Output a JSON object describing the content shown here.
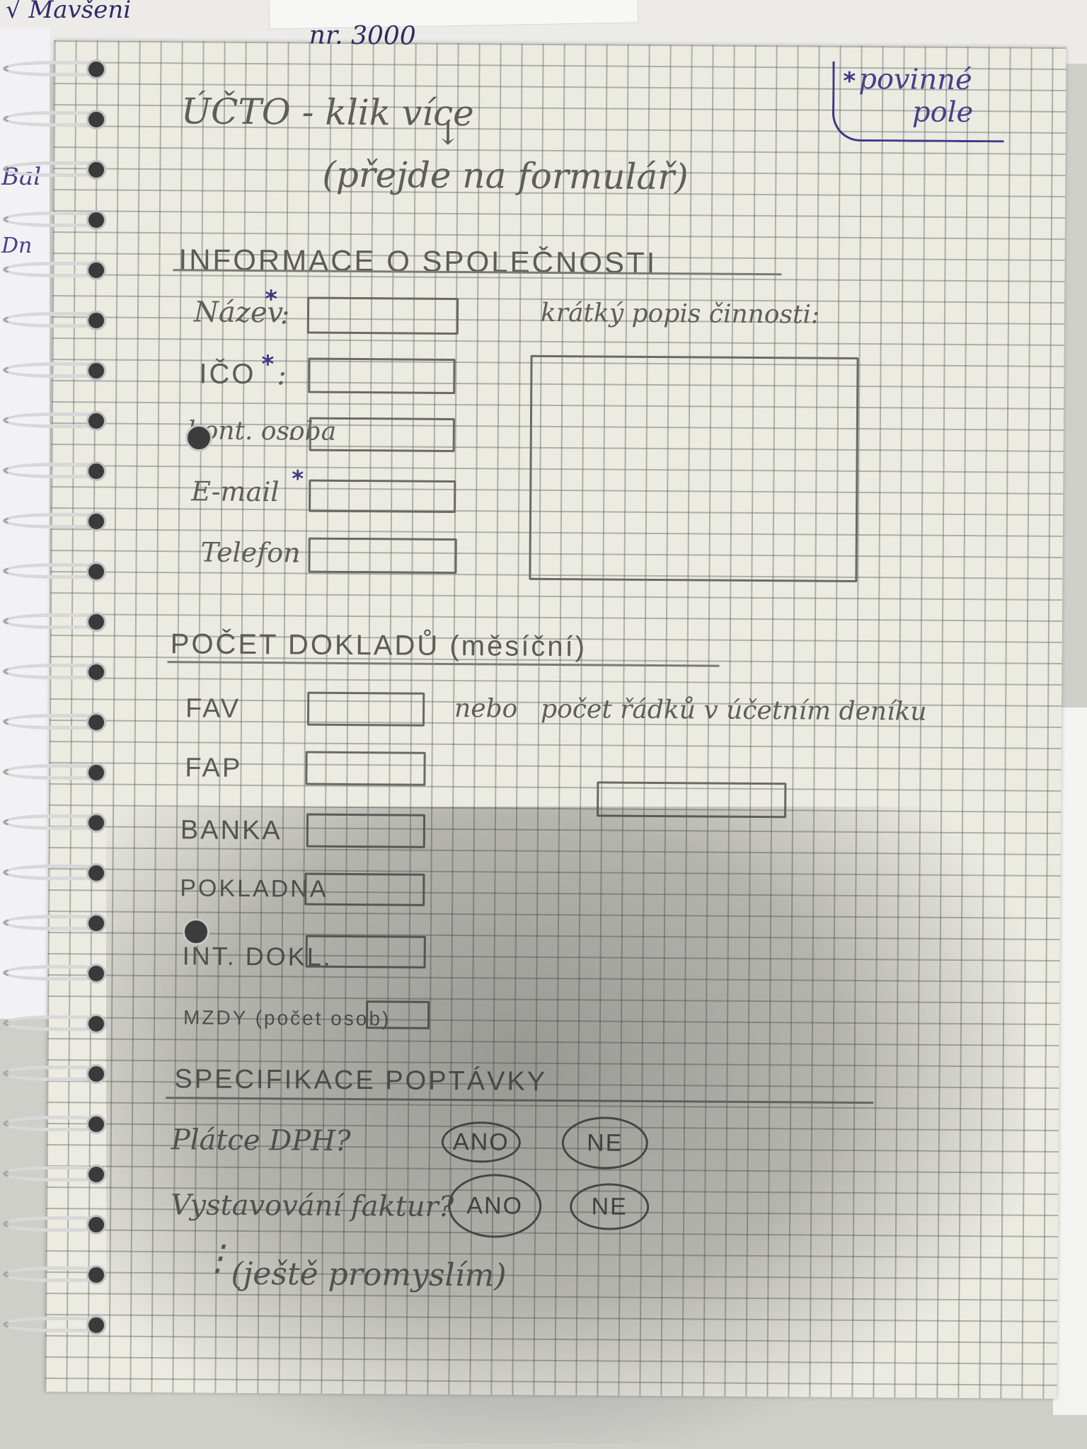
{
  "top_scrap": {
    "left_text": "√ Mavšeni",
    "top_text": "nr. 3000"
  },
  "left_scrap_text": [
    "Bal",
    "Dn"
  ],
  "required_note": {
    "star": "*",
    "text_line1": "povinné",
    "text_line2": "pole"
  },
  "header": {
    "title": "ÚČTO - klik více",
    "arrow": "↓",
    "subtitle": "(přejde na formulář)"
  },
  "company_section": {
    "heading": "INFORMACE O SPOLEČNOSTI",
    "fields": [
      {
        "label": "Název",
        "required": true,
        "star": "*",
        "colon": ":"
      },
      {
        "label": "IČO",
        "required": true,
        "star": "*",
        "colon": ":"
      },
      {
        "label": "kont. osoba",
        "required": false,
        "star": "",
        "colon": ":"
      },
      {
        "label": "E-mail",
        "required": true,
        "star": "*",
        "colon": ""
      },
      {
        "label": "Telefon",
        "required": false,
        "star": "",
        "colon": ":"
      }
    ],
    "description_label": "krátký popis činnosti:"
  },
  "documents_section": {
    "heading": "POČET DOKLADŮ (měsíční)",
    "fields": [
      {
        "label": "FAV"
      },
      {
        "label": "FAP"
      },
      {
        "label": "BANKA"
      },
      {
        "label": "POKLADNA"
      },
      {
        "label": "INT. DOKL."
      },
      {
        "label": "MZDY (počet osob)"
      }
    ],
    "or_text": "nebo",
    "alt_label": "počet řádků v účetním deníku"
  },
  "request_section": {
    "heading": "SPECIFIKACE POPTÁVKY",
    "questions": [
      {
        "label": "Plátce DPH?",
        "yes": "ANO",
        "no": "NE"
      },
      {
        "label": "Vystavování faktur?",
        "yes": "ANO",
        "no": "NE"
      }
    ],
    "ellipsis": "⋮",
    "more_note": "(ještě promyslím)"
  },
  "colors": {
    "paper": "#ebebe2",
    "grid": "#5f6964",
    "pencil": "#5e5e5a",
    "ink_purple": "#4a3f8a"
  }
}
